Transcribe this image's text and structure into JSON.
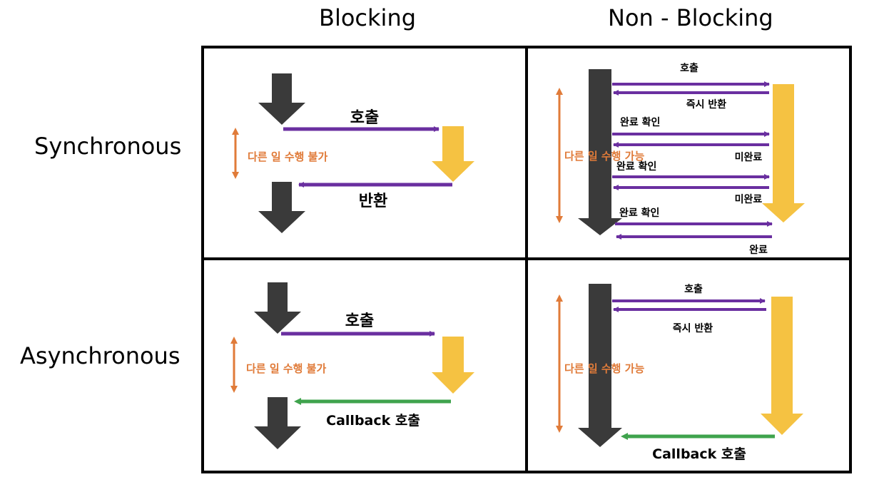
{
  "headers": {
    "blocking": "Blocking",
    "non_blocking": "Non - Blocking",
    "synchronous": "Synchronous",
    "asynchronous": "Asynchronous"
  },
  "sync_blocking": {
    "call": "호출",
    "wait": "다른 일 수행 불가",
    "ret": "반환"
  },
  "sync_nonblocking": {
    "call": "호출",
    "immediate_return": "즉시 반환",
    "check1": "완료 확인",
    "not_done1": "미완료",
    "check2": "완료 확인",
    "not_done2": "미완료",
    "check3": "완료 확인",
    "done": "완료",
    "work": "다른 일 수행 가능"
  },
  "async_blocking": {
    "call": "호출",
    "wait": "다른 일 수행 불가",
    "callback": "Callback 호출"
  },
  "async_nonblocking": {
    "call": "호출",
    "immediate_return": "즉시 반환",
    "work": "다른 일 수행 가능",
    "callback": "Callback 호출"
  },
  "colors": {
    "caller": "#3a3a3a",
    "callee": "#f5c242",
    "call_arrow": "#6a2fa0",
    "callback_arrow": "#3fa34d",
    "span_arrow": "#e07b39",
    "border": "#000000"
  }
}
